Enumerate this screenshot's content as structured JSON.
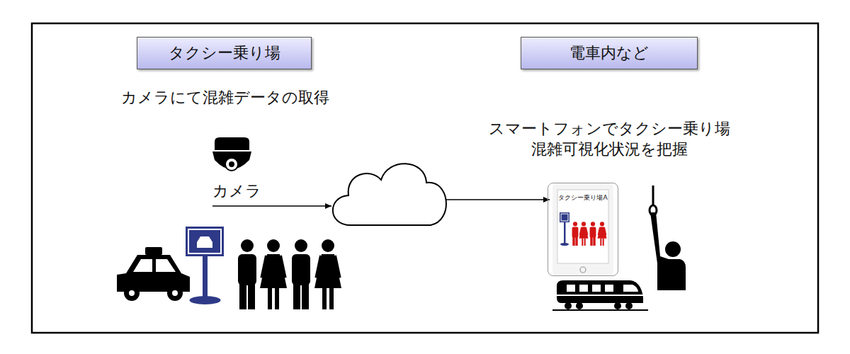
{
  "diagram": {
    "nodes": [
      {
        "text": [
          "タクシー乗り場"
        ]
      },
      {
        "text": [
          "電車内など"
        ]
      },
      {
        "text": [
          "タクシー乗り場A"
        ]
      }
    ],
    "labels": [
      "カメラにて混雑データの取得",
      "スマートフォンでタクシー乗り場 混雑可視化状況を把握",
      "カメラ"
    ]
  }
}
